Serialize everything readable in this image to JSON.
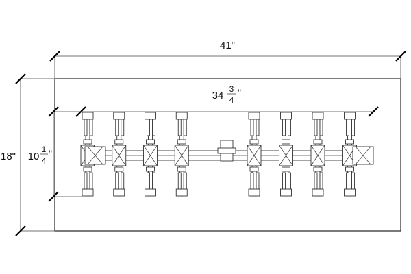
{
  "dimensions": {
    "overall_width": "41\"",
    "overall_height": "18\"",
    "burner_width_whole": "34",
    "burner_width_num": "3",
    "burner_width_den": "4",
    "burner_width_unit": "\"",
    "burner_depth_whole": "10",
    "burner_depth_num": "1",
    "burner_depth_den": "4",
    "burner_depth_unit": "\""
  },
  "assembly": {
    "branch_count": 8
  }
}
